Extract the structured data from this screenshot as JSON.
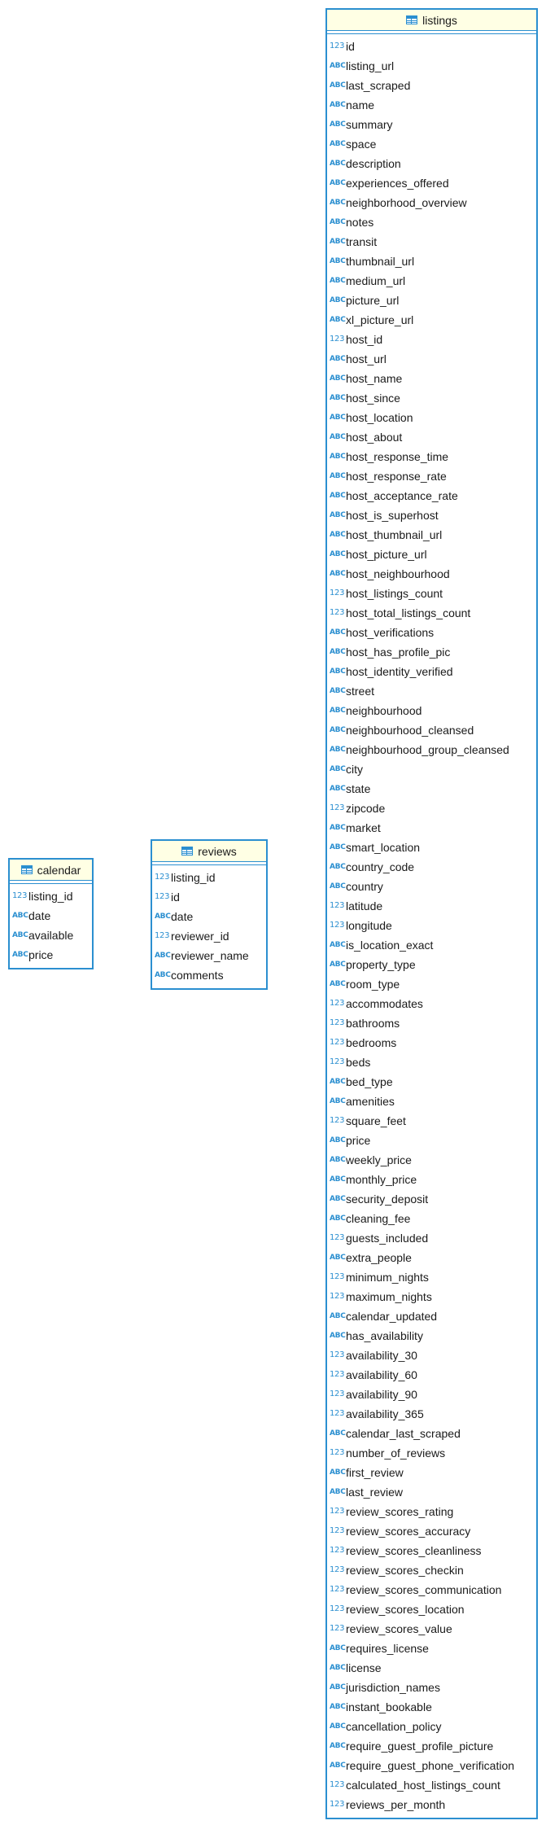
{
  "tables": {
    "calendar": {
      "name": "calendar",
      "columns": [
        {
          "name": "listing_id",
          "type": "123"
        },
        {
          "name": "date",
          "type": "ABC"
        },
        {
          "name": "available",
          "type": "ABC"
        },
        {
          "name": "price",
          "type": "ABC"
        }
      ]
    },
    "reviews": {
      "name": "reviews",
      "columns": [
        {
          "name": "listing_id",
          "type": "123"
        },
        {
          "name": "id",
          "type": "123"
        },
        {
          "name": "date",
          "type": "ABC"
        },
        {
          "name": "reviewer_id",
          "type": "123"
        },
        {
          "name": "reviewer_name",
          "type": "ABC"
        },
        {
          "name": "comments",
          "type": "ABC"
        }
      ]
    },
    "listings": {
      "name": "listings",
      "columns": [
        {
          "name": "id",
          "type": "123"
        },
        {
          "name": "listing_url",
          "type": "ABC"
        },
        {
          "name": "last_scraped",
          "type": "ABC"
        },
        {
          "name": "name",
          "type": "ABC"
        },
        {
          "name": "summary",
          "type": "ABC"
        },
        {
          "name": "space",
          "type": "ABC"
        },
        {
          "name": "description",
          "type": "ABC"
        },
        {
          "name": "experiences_offered",
          "type": "ABC"
        },
        {
          "name": "neighborhood_overview",
          "type": "ABC"
        },
        {
          "name": "notes",
          "type": "ABC"
        },
        {
          "name": "transit",
          "type": "ABC"
        },
        {
          "name": "thumbnail_url",
          "type": "ABC"
        },
        {
          "name": "medium_url",
          "type": "ABC"
        },
        {
          "name": "picture_url",
          "type": "ABC"
        },
        {
          "name": "xl_picture_url",
          "type": "ABC"
        },
        {
          "name": "host_id",
          "type": "123"
        },
        {
          "name": "host_url",
          "type": "ABC"
        },
        {
          "name": "host_name",
          "type": "ABC"
        },
        {
          "name": "host_since",
          "type": "ABC"
        },
        {
          "name": "host_location",
          "type": "ABC"
        },
        {
          "name": "host_about",
          "type": "ABC"
        },
        {
          "name": "host_response_time",
          "type": "ABC"
        },
        {
          "name": "host_response_rate",
          "type": "ABC"
        },
        {
          "name": "host_acceptance_rate",
          "type": "ABC"
        },
        {
          "name": "host_is_superhost",
          "type": "ABC"
        },
        {
          "name": "host_thumbnail_url",
          "type": "ABC"
        },
        {
          "name": "host_picture_url",
          "type": "ABC"
        },
        {
          "name": "host_neighbourhood",
          "type": "ABC"
        },
        {
          "name": "host_listings_count",
          "type": "123"
        },
        {
          "name": "host_total_listings_count",
          "type": "123"
        },
        {
          "name": "host_verifications",
          "type": "ABC"
        },
        {
          "name": "host_has_profile_pic",
          "type": "ABC"
        },
        {
          "name": "host_identity_verified",
          "type": "ABC"
        },
        {
          "name": "street",
          "type": "ABC"
        },
        {
          "name": "neighbourhood",
          "type": "ABC"
        },
        {
          "name": "neighbourhood_cleansed",
          "type": "ABC"
        },
        {
          "name": "neighbourhood_group_cleansed",
          "type": "ABC"
        },
        {
          "name": "city",
          "type": "ABC"
        },
        {
          "name": "state",
          "type": "ABC"
        },
        {
          "name": "zipcode",
          "type": "123"
        },
        {
          "name": "market",
          "type": "ABC"
        },
        {
          "name": "smart_location",
          "type": "ABC"
        },
        {
          "name": "country_code",
          "type": "ABC"
        },
        {
          "name": "country",
          "type": "ABC"
        },
        {
          "name": "latitude",
          "type": "123"
        },
        {
          "name": "longitude",
          "type": "123"
        },
        {
          "name": "is_location_exact",
          "type": "ABC"
        },
        {
          "name": "property_type",
          "type": "ABC"
        },
        {
          "name": "room_type",
          "type": "ABC"
        },
        {
          "name": "accommodates",
          "type": "123"
        },
        {
          "name": "bathrooms",
          "type": "123"
        },
        {
          "name": "bedrooms",
          "type": "123"
        },
        {
          "name": "beds",
          "type": "123"
        },
        {
          "name": "bed_type",
          "type": "ABC"
        },
        {
          "name": "amenities",
          "type": "ABC"
        },
        {
          "name": "square_feet",
          "type": "123"
        },
        {
          "name": "price",
          "type": "ABC"
        },
        {
          "name": "weekly_price",
          "type": "ABC"
        },
        {
          "name": "monthly_price",
          "type": "ABC"
        },
        {
          "name": "security_deposit",
          "type": "ABC"
        },
        {
          "name": "cleaning_fee",
          "type": "ABC"
        },
        {
          "name": "guests_included",
          "type": "123"
        },
        {
          "name": "extra_people",
          "type": "ABC"
        },
        {
          "name": "minimum_nights",
          "type": "123"
        },
        {
          "name": "maximum_nights",
          "type": "123"
        },
        {
          "name": "calendar_updated",
          "type": "ABC"
        },
        {
          "name": "has_availability",
          "type": "ABC"
        },
        {
          "name": "availability_30",
          "type": "123"
        },
        {
          "name": "availability_60",
          "type": "123"
        },
        {
          "name": "availability_90",
          "type": "123"
        },
        {
          "name": "availability_365",
          "type": "123"
        },
        {
          "name": "calendar_last_scraped",
          "type": "ABC"
        },
        {
          "name": "number_of_reviews",
          "type": "123"
        },
        {
          "name": "first_review",
          "type": "ABC"
        },
        {
          "name": "last_review",
          "type": "ABC"
        },
        {
          "name": "review_scores_rating",
          "type": "123"
        },
        {
          "name": "review_scores_accuracy",
          "type": "123"
        },
        {
          "name": "review_scores_cleanliness",
          "type": "123"
        },
        {
          "name": "review_scores_checkin",
          "type": "123"
        },
        {
          "name": "review_scores_communication",
          "type": "123"
        },
        {
          "name": "review_scores_location",
          "type": "123"
        },
        {
          "name": "review_scores_value",
          "type": "123"
        },
        {
          "name": "requires_license",
          "type": "ABC"
        },
        {
          "name": "license",
          "type": "ABC"
        },
        {
          "name": "jurisdiction_names",
          "type": "ABC"
        },
        {
          "name": "instant_bookable",
          "type": "ABC"
        },
        {
          "name": "cancellation_policy",
          "type": "ABC"
        },
        {
          "name": "require_guest_profile_picture",
          "type": "ABC"
        },
        {
          "name": "require_guest_phone_verification",
          "type": "ABC"
        },
        {
          "name": "calculated_host_listings_count",
          "type": "123"
        },
        {
          "name": "reviews_per_month",
          "type": "123"
        }
      ]
    }
  },
  "colors": {
    "border": "#2b8fd0",
    "header_bg": "#ffffe4",
    "type_icon": "#2b8fd0"
  }
}
